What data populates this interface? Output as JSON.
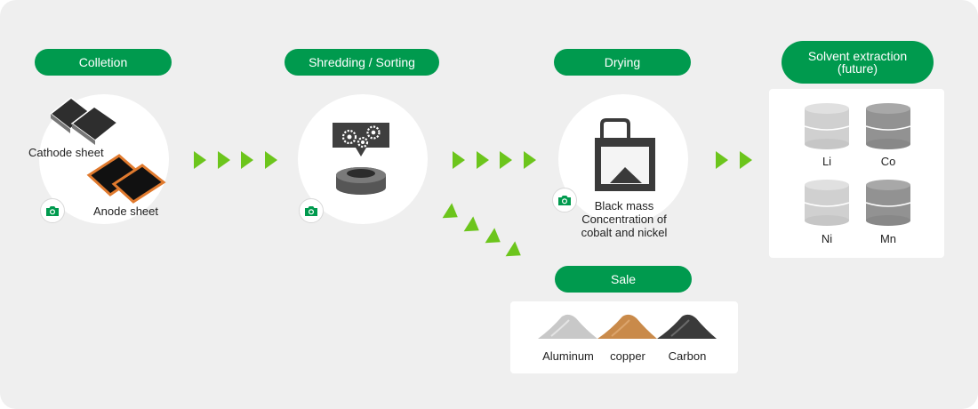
{
  "steps": {
    "collection": "Colletion",
    "shredding": "Shredding / Sorting",
    "drying": "Drying",
    "solvent": "Solvent extraction\n(future)",
    "sale": "Sale"
  },
  "collection": {
    "cathode": "Cathode sheet",
    "anode": "Anode sheet"
  },
  "drying": {
    "line1": "Black mass",
    "line2": "Concentration of",
    "line3": "cobalt and nickel"
  },
  "metals": [
    "Li",
    "Co",
    "Ni",
    "Mn"
  ],
  "sale_items": [
    "Aluminum",
    "copper",
    "Carbon"
  ],
  "icons": {
    "camera": "camera-icon",
    "gears": "gears-icon",
    "arrow": "triangle-right-icon"
  },
  "colors": {
    "accent": "#009a4e",
    "arrow": "#6cc51c",
    "panel": "#efefef"
  }
}
